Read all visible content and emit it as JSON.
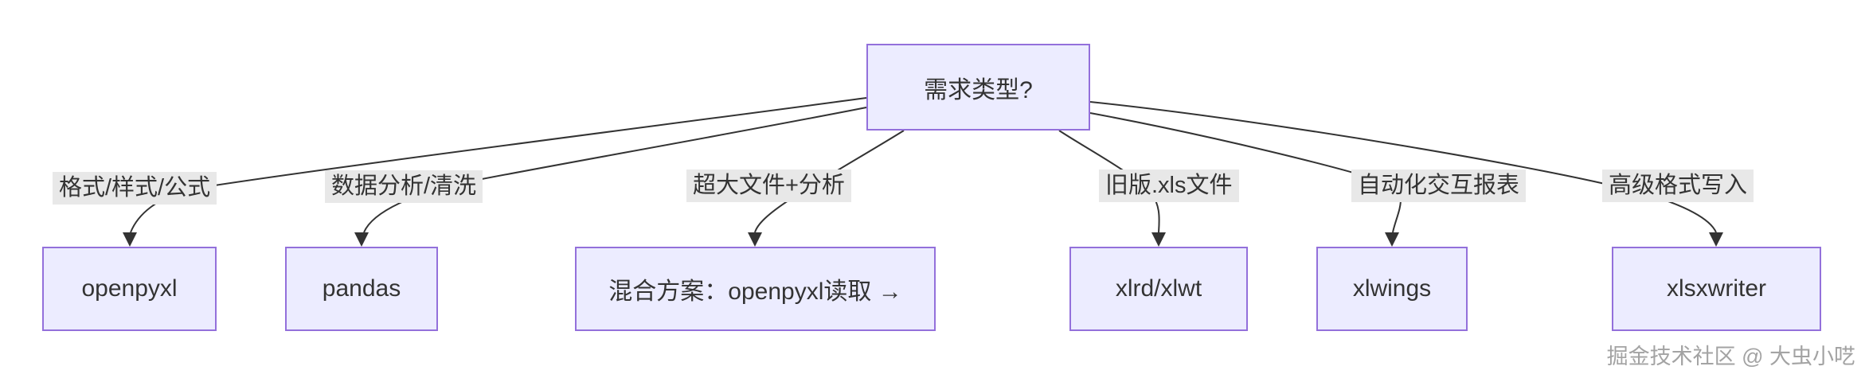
{
  "diagram": {
    "root": {
      "label": "需求类型?"
    },
    "branches": [
      {
        "condition": "格式/样式/公式",
        "library": "openpyxl"
      },
      {
        "condition": "数据分析/清洗",
        "library": "pandas"
      },
      {
        "condition": "超大文件+分析",
        "library": "混合方案：openpyxl读取 →"
      },
      {
        "condition": "旧版.xls文件",
        "library": "xlrd/xlwt"
      },
      {
        "condition": "自动化交互报表",
        "library": "xlwings"
      },
      {
        "condition": "高级格式写入",
        "library": "xlsxwriter"
      }
    ]
  },
  "watermark": "掘金技术社区 @ 大虫小呓",
  "colors": {
    "node_fill": "#ECECFF",
    "node_border": "#9370DB",
    "edge": "#333333",
    "label_bg": "#e8e8e8",
    "text": "#333333"
  }
}
